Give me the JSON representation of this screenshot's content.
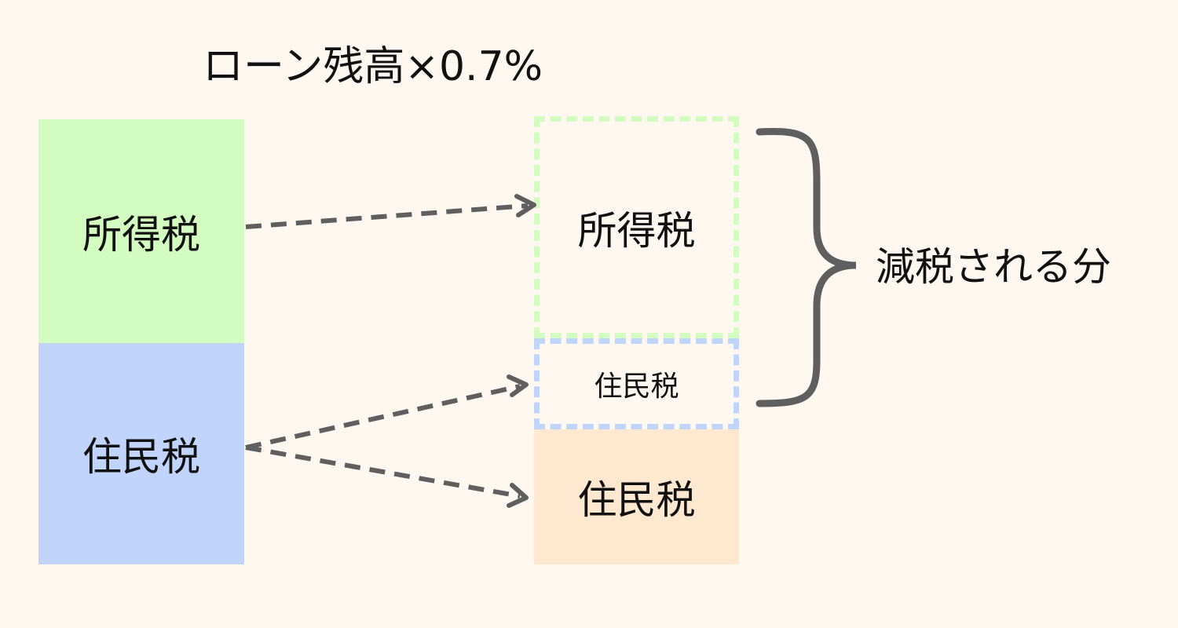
{
  "title": "ローン残高×0.7%",
  "left": {
    "income_tax": "所得税",
    "resident_tax": "住民税"
  },
  "right": {
    "income_tax": "所得税",
    "resident_tax_reduced": "住民税",
    "resident_tax_remaining": "住民税"
  },
  "brace_label": "減税される分",
  "colors": {
    "background": "#fef8f1",
    "green": "#d3fdc0",
    "blue": "#c1d4fb",
    "orange": "#fee8d0",
    "arrow": "#5f5f5f"
  }
}
